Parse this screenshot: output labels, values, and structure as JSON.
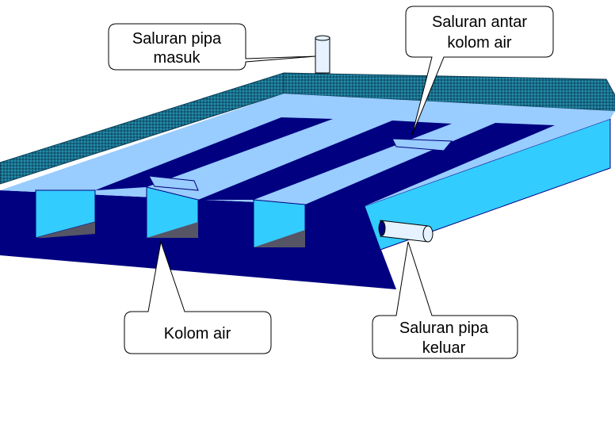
{
  "callouts": {
    "inlet_pipe": {
      "line1": "Saluran pipa",
      "line2": "masuk"
    },
    "channel_between_columns": {
      "line1": "Saluran antar",
      "line2": "kolom air"
    },
    "water_column": {
      "line1": "Kolom air"
    },
    "outlet_pipe": {
      "line1": "Saluran pipa",
      "line2": "keluar"
    }
  },
  "colors": {
    "top_surface": "#99CCFF",
    "channel_wall": "#33CCFF",
    "dark_body": "#000080",
    "shadow": "#555566",
    "wall_pattern": "#1a6e8a",
    "pipe": "#E6F2FF"
  }
}
